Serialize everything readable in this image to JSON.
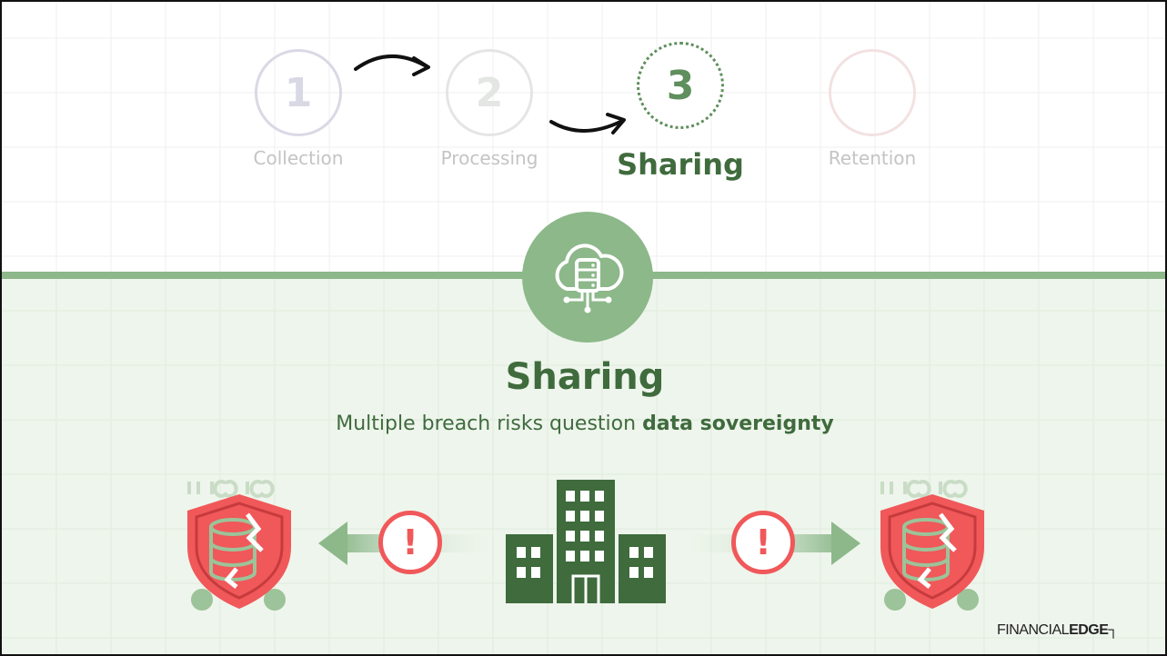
{
  "steps": [
    {
      "number": "1",
      "label": "Collection",
      "state": "done"
    },
    {
      "number": "2",
      "label": "Processing",
      "state": "done"
    },
    {
      "number": "3",
      "label": "Sharing",
      "state": "active"
    },
    {
      "number": "",
      "label": "Retention",
      "state": "upcoming"
    }
  ],
  "hub_icon": "cloud-database-icon",
  "section": {
    "title": "Sharing",
    "subtitle_prefix": "Multiple breach risks question ",
    "subtitle_emphasis": "data sovereignty"
  },
  "alerts": {
    "symbol": "!"
  },
  "icons": {
    "left": "breached-shield-database-icon",
    "center": "office-buildings-icon",
    "right": "breached-shield-database-icon"
  },
  "brand": {
    "prefix": "FINANCIAL",
    "suffix": "EDGE"
  },
  "colors": {
    "accent_green": "#8cb88a",
    "dark_green": "#3f6b3d",
    "alert_red": "#f0585a",
    "panel_bg": "#eef5ec"
  }
}
